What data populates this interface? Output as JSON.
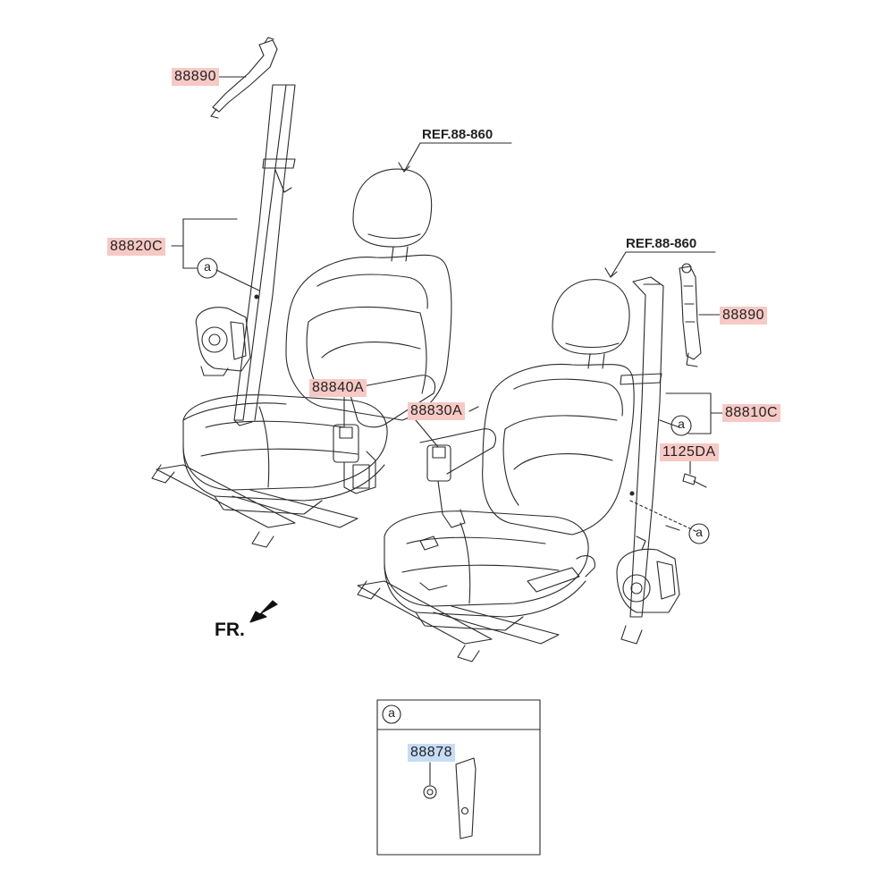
{
  "labels": {
    "p88890_top": "88890",
    "p88820c": "88820C",
    "p88840a": "88840A",
    "p88830a": "88830A",
    "p88890_right": "88890",
    "p88810c": "88810C",
    "p1125da": "1125DA",
    "p88878": "88878"
  },
  "refs": {
    "ref_left": "REF.88-860",
    "ref_right": "REF.88-860"
  },
  "direction": {
    "front": "FR."
  },
  "callouts": {
    "a_left": "a",
    "a_right": "a",
    "a_right_lower": "a",
    "a_detail": "a"
  },
  "colors": {
    "line": "#2a2a2a",
    "label_red_bg": "#f7c9c5",
    "label_blue_bg": "#c7dcf5"
  }
}
